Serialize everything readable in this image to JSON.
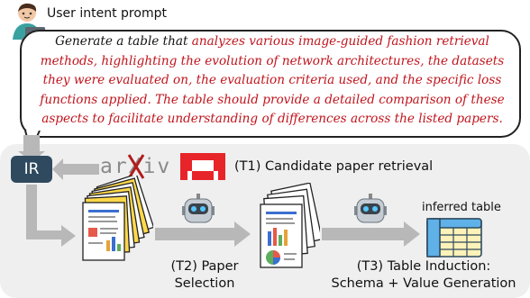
{
  "header": {
    "label": "User intent prompt"
  },
  "prompt": {
    "lead": "Generate a table that ",
    "highlight": "analyzes various image-guided fashion retrieval methods, highlighting the evolution of network architectures, the datasets they were evaluated on, the evaluation criteria used, and the specific loss functions applied. The table should provide a detailed comparison of these aspects to facilitate understanding of differences across the listed papers."
  },
  "ir_label": "IR",
  "arxiv_text": "arXiv",
  "steps": {
    "t1": "(T1) Candidate paper retrieval",
    "t2_line1": "(T2) Paper",
    "t2_line2": "Selection",
    "t3_line1": "(T3) Table Induction:",
    "t3_line2": "Schema + Value Generation"
  },
  "output_label": "inferred table",
  "colors": {
    "ir_box": "#2f4a5f",
    "highlight_text": "#c0141c",
    "arrow": "#b8b8b8",
    "panel": "#efefef",
    "table_header": "#5fb1e8",
    "table_cells": "#fff2b8"
  },
  "icons": [
    "user-at-laptop-icon",
    "arxiv-logo-icon",
    "pdf-logo-icon",
    "robot-icon",
    "paper-stack-icon",
    "table-icon"
  ]
}
